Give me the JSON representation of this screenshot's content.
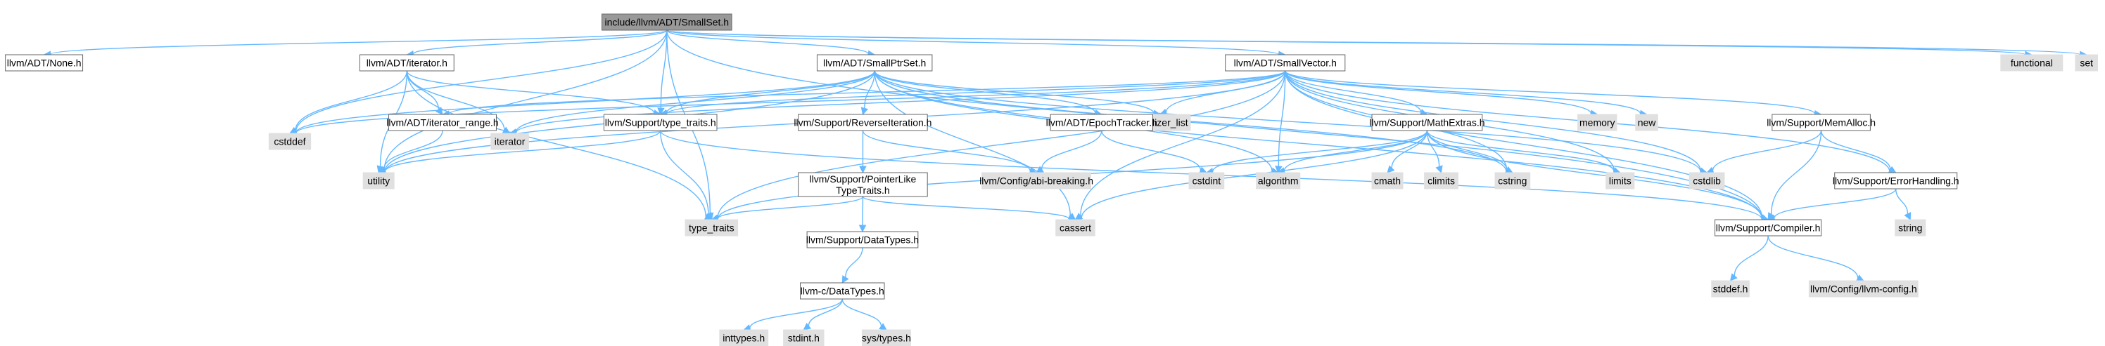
{
  "graph": {
    "nodes": [
      {
        "id": "root",
        "label": "include/llvm/ADT/SmallSet.h",
        "kind": "root"
      },
      {
        "id": "none",
        "label": "llvm/ADT/None.h",
        "kind": "local"
      },
      {
        "id": "iter",
        "label": "llvm/ADT/iterator.h",
        "kind": "local"
      },
      {
        "id": "sptr",
        "label": "llvm/ADT/SmallPtrSet.h",
        "kind": "local"
      },
      {
        "id": "svec",
        "label": "llvm/ADT/SmallVector.h",
        "kind": "local"
      },
      {
        "id": "functional",
        "label": "functional",
        "kind": "system"
      },
      {
        "id": "set",
        "label": "set",
        "kind": "system"
      },
      {
        "id": "cstddef",
        "label": "cstddef",
        "kind": "system"
      },
      {
        "id": "iterrange",
        "label": "llvm/ADT/iterator_range.h",
        "kind": "local"
      },
      {
        "id": "iterator",
        "label": "iterator",
        "kind": "system"
      },
      {
        "id": "typetraits",
        "label": "llvm/Support/type_traits.h",
        "kind": "local"
      },
      {
        "id": "initlist",
        "label": "initializer_list",
        "kind": "system"
      },
      {
        "id": "reviter",
        "label": "llvm/Support/ReverseIteration.h",
        "kind": "local"
      },
      {
        "id": "epoch",
        "label": "llvm/ADT/EpochTracker.h",
        "kind": "local"
      },
      {
        "id": "mathextras",
        "label": "llvm/Support/MathExtras.h",
        "kind": "local"
      },
      {
        "id": "memory",
        "label": "memory",
        "kind": "system"
      },
      {
        "id": "new",
        "label": "new",
        "kind": "system"
      },
      {
        "id": "memalloc",
        "label": "llvm/Support/MemAlloc.h",
        "kind": "local"
      },
      {
        "id": "utility",
        "label": "utility",
        "kind": "system"
      },
      {
        "id": "ptrlike",
        "label": [
          "llvm/Support/PointerLike",
          "TypeTraits.h"
        ],
        "kind": "local"
      },
      {
        "id": "abibreak",
        "label": "llvm/Config/abi-breaking.h",
        "kind": "system"
      },
      {
        "id": "cstdint",
        "label": "cstdint",
        "kind": "system"
      },
      {
        "id": "algorithm",
        "label": "algorithm",
        "kind": "system"
      },
      {
        "id": "cmath",
        "label": "cmath",
        "kind": "system"
      },
      {
        "id": "climits",
        "label": "climits",
        "kind": "system"
      },
      {
        "id": "cstring",
        "label": "cstring",
        "kind": "system"
      },
      {
        "id": "limits",
        "label": "limits",
        "kind": "system"
      },
      {
        "id": "cstdlib",
        "label": "cstdlib",
        "kind": "system"
      },
      {
        "id": "errhandling",
        "label": "llvm/Support/ErrorHandling.h",
        "kind": "local"
      },
      {
        "id": "std_traits",
        "label": "type_traits",
        "kind": "system"
      },
      {
        "id": "cassert",
        "label": "cassert",
        "kind": "system"
      },
      {
        "id": "datatypes",
        "label": "llvm/Support/DataTypes.h",
        "kind": "local"
      },
      {
        "id": "compiler",
        "label": "llvm/Support/Compiler.h",
        "kind": "local"
      },
      {
        "id": "string",
        "label": "string",
        "kind": "system"
      },
      {
        "id": "cdatatypes",
        "label": "llvm-c/DataTypes.h",
        "kind": "local"
      },
      {
        "id": "stddef",
        "label": "stddef.h",
        "kind": "system"
      },
      {
        "id": "llvmconfig",
        "label": "llvm/Config/llvm-config.h",
        "kind": "system"
      },
      {
        "id": "inttypes",
        "label": "inttypes.h",
        "kind": "system"
      },
      {
        "id": "stdint",
        "label": "stdint.h",
        "kind": "system"
      },
      {
        "id": "systypes",
        "label": "sys/types.h",
        "kind": "system"
      }
    ],
    "edges": [
      [
        "root",
        "none"
      ],
      [
        "root",
        "iter"
      ],
      [
        "root",
        "sptr"
      ],
      [
        "root",
        "svec"
      ],
      [
        "root",
        "functional"
      ],
      [
        "root",
        "set"
      ],
      [
        "root",
        "cstddef"
      ],
      [
        "root",
        "typetraits"
      ],
      [
        "root",
        "utility"
      ],
      [
        "root",
        "std_traits"
      ],
      [
        "root",
        "compiler"
      ],
      [
        "iter",
        "cstddef"
      ],
      [
        "iter",
        "iterrange"
      ],
      [
        "iter",
        "iterator"
      ],
      [
        "iter",
        "typetraits"
      ],
      [
        "iter",
        "utility"
      ],
      [
        "iter",
        "std_traits"
      ],
      [
        "sptr",
        "cstddef"
      ],
      [
        "sptr",
        "iterator"
      ],
      [
        "sptr",
        "typetraits"
      ],
      [
        "sptr",
        "initlist"
      ],
      [
        "sptr",
        "reviter"
      ],
      [
        "sptr",
        "epoch"
      ],
      [
        "sptr",
        "utility"
      ],
      [
        "sptr",
        "cstring"
      ],
      [
        "sptr",
        "cstdlib"
      ],
      [
        "sptr",
        "cassert"
      ],
      [
        "sptr",
        "algorithm"
      ],
      [
        "sptr",
        "compiler"
      ],
      [
        "svec",
        "cstddef"
      ],
      [
        "svec",
        "iterator"
      ],
      [
        "svec",
        "iterrange"
      ],
      [
        "svec",
        "typetraits"
      ],
      [
        "svec",
        "initlist"
      ],
      [
        "svec",
        "mathextras"
      ],
      [
        "svec",
        "memory"
      ],
      [
        "svec",
        "new"
      ],
      [
        "svec",
        "memalloc"
      ],
      [
        "svec",
        "utility"
      ],
      [
        "svec",
        "algorithm"
      ],
      [
        "svec",
        "cstring"
      ],
      [
        "svec",
        "limits"
      ],
      [
        "svec",
        "cstdlib"
      ],
      [
        "svec",
        "errhandling"
      ],
      [
        "svec",
        "std_traits"
      ],
      [
        "svec",
        "cassert"
      ],
      [
        "svec",
        "compiler"
      ],
      [
        "iterrange",
        "utility"
      ],
      [
        "typetraits",
        "utility"
      ],
      [
        "typetraits",
        "std_traits"
      ],
      [
        "typetraits",
        "compiler"
      ],
      [
        "reviter",
        "ptrlike"
      ],
      [
        "reviter",
        "abibreak"
      ],
      [
        "epoch",
        "abibreak"
      ],
      [
        "epoch",
        "cstdint"
      ],
      [
        "mathextras",
        "cstdint"
      ],
      [
        "mathextras",
        "algorithm"
      ],
      [
        "mathextras",
        "cmath"
      ],
      [
        "mathextras",
        "climits"
      ],
      [
        "mathextras",
        "cstring"
      ],
      [
        "mathextras",
        "limits"
      ],
      [
        "mathextras",
        "std_traits"
      ],
      [
        "mathextras",
        "cassert"
      ],
      [
        "mathextras",
        "compiler"
      ],
      [
        "memalloc",
        "cstdlib"
      ],
      [
        "memalloc",
        "errhandling"
      ],
      [
        "memalloc",
        "compiler"
      ],
      [
        "ptrlike",
        "std_traits"
      ],
      [
        "ptrlike",
        "cassert"
      ],
      [
        "ptrlike",
        "datatypes"
      ],
      [
        "errhandling",
        "compiler"
      ],
      [
        "errhandling",
        "string"
      ],
      [
        "datatypes",
        "cdatatypes"
      ],
      [
        "compiler",
        "stddef"
      ],
      [
        "compiler",
        "llvmconfig"
      ],
      [
        "cdatatypes",
        "inttypes"
      ],
      [
        "cdatatypes",
        "stdint"
      ],
      [
        "cdatatypes",
        "systypes"
      ]
    ]
  }
}
